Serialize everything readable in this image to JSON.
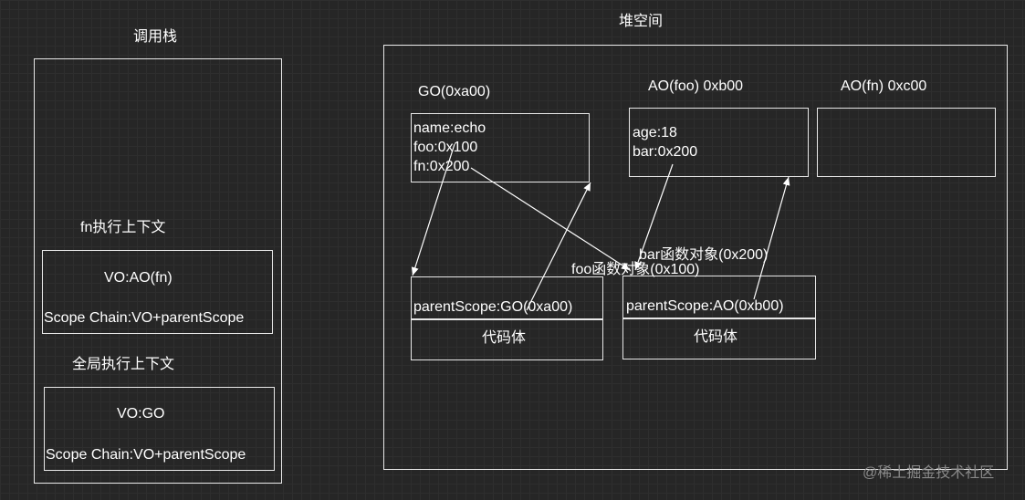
{
  "call_stack": {
    "title": "调用栈",
    "fn_context": {
      "title": "fn执行上下文",
      "vo": "VO:AO(fn)",
      "scope_chain": "Scope Chain:VO+parentScope"
    },
    "global_context": {
      "title": "全局执行上下文",
      "vo": "VO:GO",
      "scope_chain": "Scope Chain:VO+parentScope"
    }
  },
  "heap": {
    "title": "堆空间",
    "go": {
      "title": "GO(0xa00)",
      "props": [
        "name:echo",
        "foo:0x100",
        "fn:0x200"
      ]
    },
    "ao_foo": {
      "title": "AO(foo) 0xb00",
      "props": [
        "age:18",
        "bar:0x200"
      ]
    },
    "ao_fn": {
      "title": "AO(fn) 0xc00",
      "props": []
    },
    "foo_fn": {
      "title": "foo函数对象(0x100)",
      "parent_scope": "parentScope:GO(0xa00)",
      "body": "代码体"
    },
    "bar_fn": {
      "title": "bar函数对象(0x200)",
      "parent_scope": "parentScope:AO(0xb00)",
      "body": "代码体"
    }
  },
  "watermark": "@稀土掘金技术社区"
}
